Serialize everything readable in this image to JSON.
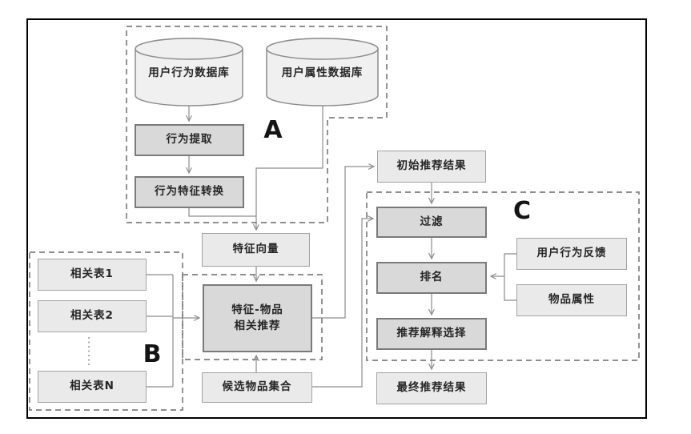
{
  "diagram": {
    "group_labels": {
      "a": "A",
      "b": "B",
      "c": "C"
    },
    "nodes": {
      "db_user_behavior": "用户行为数据库",
      "db_user_attribute": "用户属性数据库",
      "behavior_extraction": "行为提取",
      "behavior_feature_transform": "行为特征转换",
      "feature_vector": "特征向量",
      "related_table_1": "相关表1",
      "related_table_2": "相关表2",
      "related_table_n": "相关表N",
      "feature_item_recommend_line1": "特征-物品",
      "feature_item_recommend_line2": "相关推荐",
      "candidate_item_set": "候选物品集合",
      "initial_result": "初始推荐结果",
      "filter": "过滤",
      "ranking": "排名",
      "user_behavior_feedback": "用户行为反馈",
      "item_attribute": "物品属性",
      "explanation_selection": "推荐解释选择",
      "final_result": "最终推荐结果"
    },
    "colors": {
      "background": "#ffffff",
      "frame": "#000000",
      "process_fill": "#d9d9d9",
      "process_border": "#7a7a7a",
      "data_fill": "#eaeaea",
      "data_border": "#a3a3a3",
      "cylinder_fill": "#f0f0f0",
      "connector": "#8c8c8c",
      "dashed_border": "#7f7f7f"
    }
  }
}
